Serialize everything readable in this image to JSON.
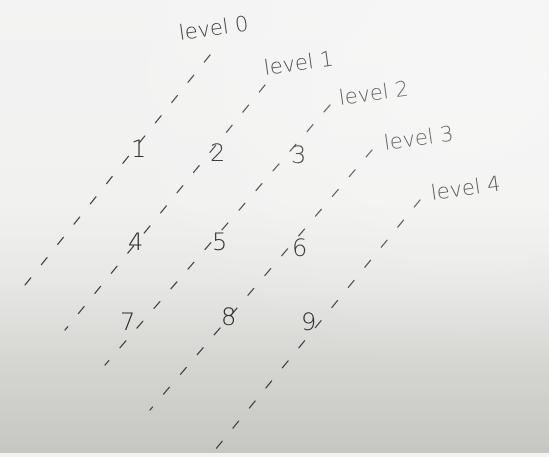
{
  "levels": [
    {
      "label": "level 0"
    },
    {
      "label": "level 1"
    },
    {
      "label": "level 2"
    },
    {
      "label": "level 3"
    },
    {
      "label": "level 4"
    }
  ],
  "cells": [
    {
      "label": "1"
    },
    {
      "label": "2"
    },
    {
      "label": "3"
    },
    {
      "label": "4"
    },
    {
      "label": "5"
    },
    {
      "label": "6"
    },
    {
      "label": "7"
    },
    {
      "label": "8"
    },
    {
      "label": "9"
    }
  ],
  "colors": {
    "ink": "#2a2a2a",
    "paper": "#f2f2f1"
  }
}
